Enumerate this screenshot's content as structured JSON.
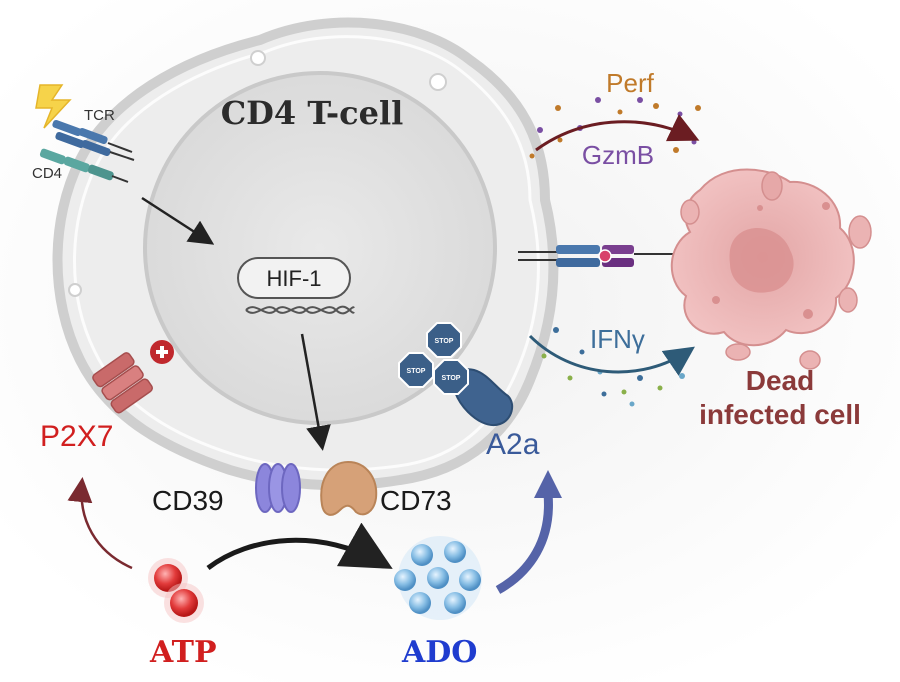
{
  "cell": {
    "title": "CD4 T-cell"
  },
  "receptors": {
    "tcr": "TCR",
    "cd4": "CD4"
  },
  "nucleus": {
    "hif": "HIF-1"
  },
  "enzymes": {
    "cd39": "CD39",
    "cd73": "CD73"
  },
  "purinergic": {
    "p2x7": "P2X7",
    "a2a": "A2a",
    "atp": "ATP",
    "ado": "ADO"
  },
  "cytotoxic": {
    "perf": "Perf",
    "gzmb": "GzmB",
    "ifn": "IFNγ"
  },
  "target": {
    "line1": "Dead",
    "line2": "infected cell"
  },
  "stop_signs": [
    "STOP",
    "STOP",
    "STOP"
  ],
  "colors": {
    "atp_red": "#d11f1f",
    "ado_blue": "#1f3ccf",
    "a2a_blue": "#3a5a9a",
    "perf_orange": "#c07a2a",
    "gzmb_purple": "#7a4fa3",
    "ifn_blue": "#3d6e9a",
    "dead_cell_text": "#8b3a3a",
    "cd39_purple": "#8c86dc",
    "cd73_tan": "#d6a178",
    "p2x7_pink": "#c96a6a"
  }
}
